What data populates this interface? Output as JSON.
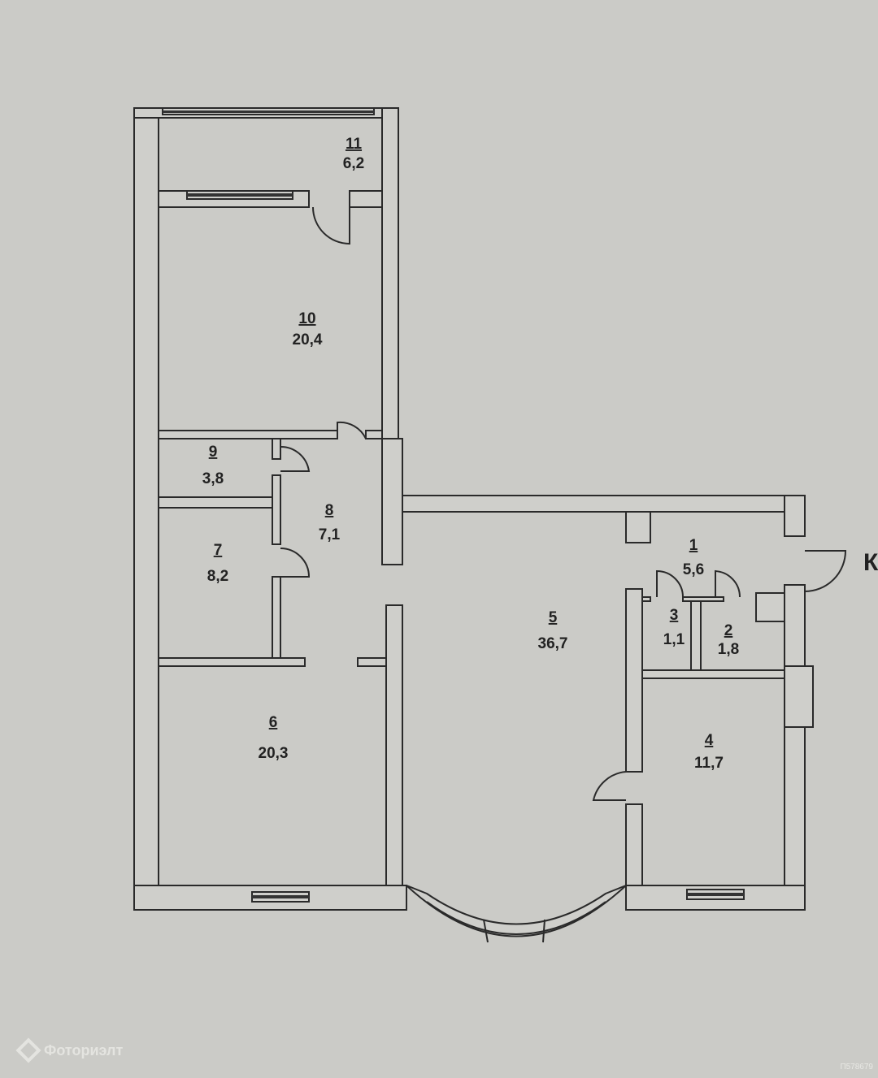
{
  "rooms": [
    {
      "number": "1",
      "area": "5,6"
    },
    {
      "number": "2",
      "area": "1,8"
    },
    {
      "number": "3",
      "area": "1,1"
    },
    {
      "number": "4",
      "area": "11,7"
    },
    {
      "number": "5",
      "area": "36,7"
    },
    {
      "number": "6",
      "area": "20,3"
    },
    {
      "number": "7",
      "area": "8,2"
    },
    {
      "number": "8",
      "area": "7,1"
    },
    {
      "number": "9",
      "area": "3,8"
    },
    {
      "number": "10",
      "area": "20,4"
    },
    {
      "number": "11",
      "area": "6,2"
    }
  ],
  "side_letter": "К",
  "watermark": "Фоториэлт",
  "photo_code": "П578679"
}
